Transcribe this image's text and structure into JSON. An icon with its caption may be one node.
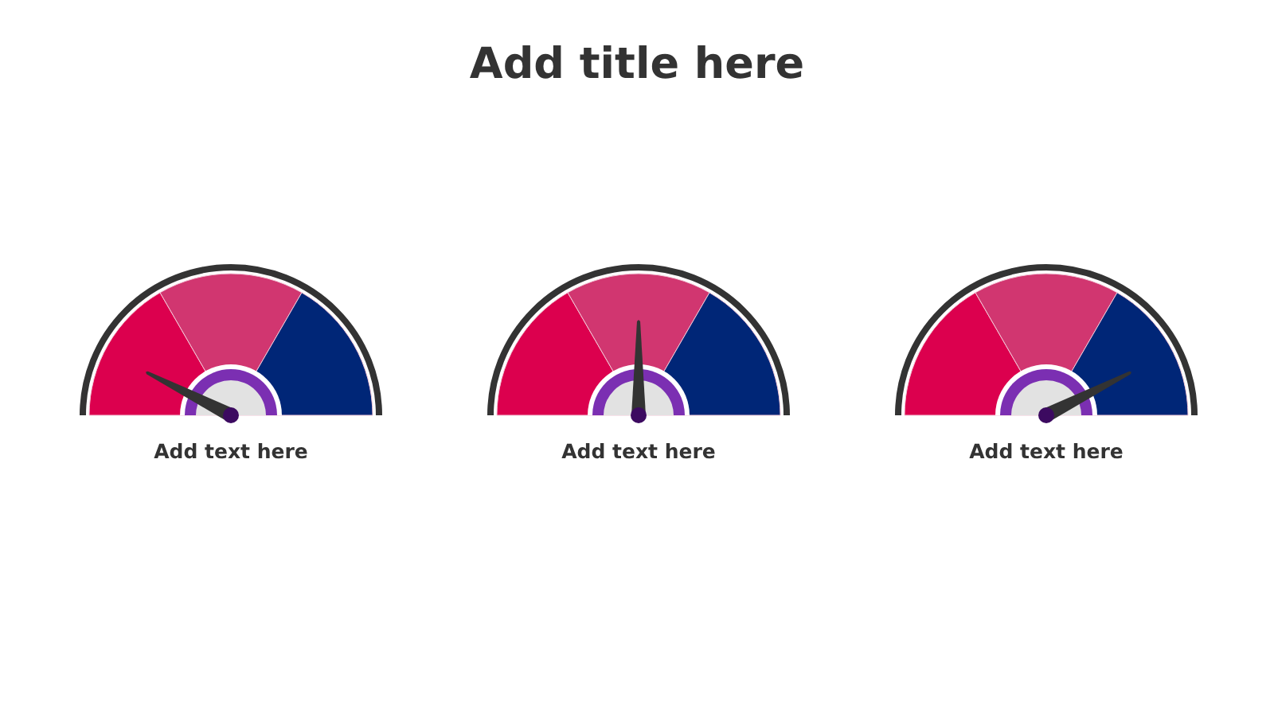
{
  "diagram": {
    "title": "Add title here",
    "labels": [
      "Add text here",
      "Add text here",
      "Add text here"
    ]
  }
}
